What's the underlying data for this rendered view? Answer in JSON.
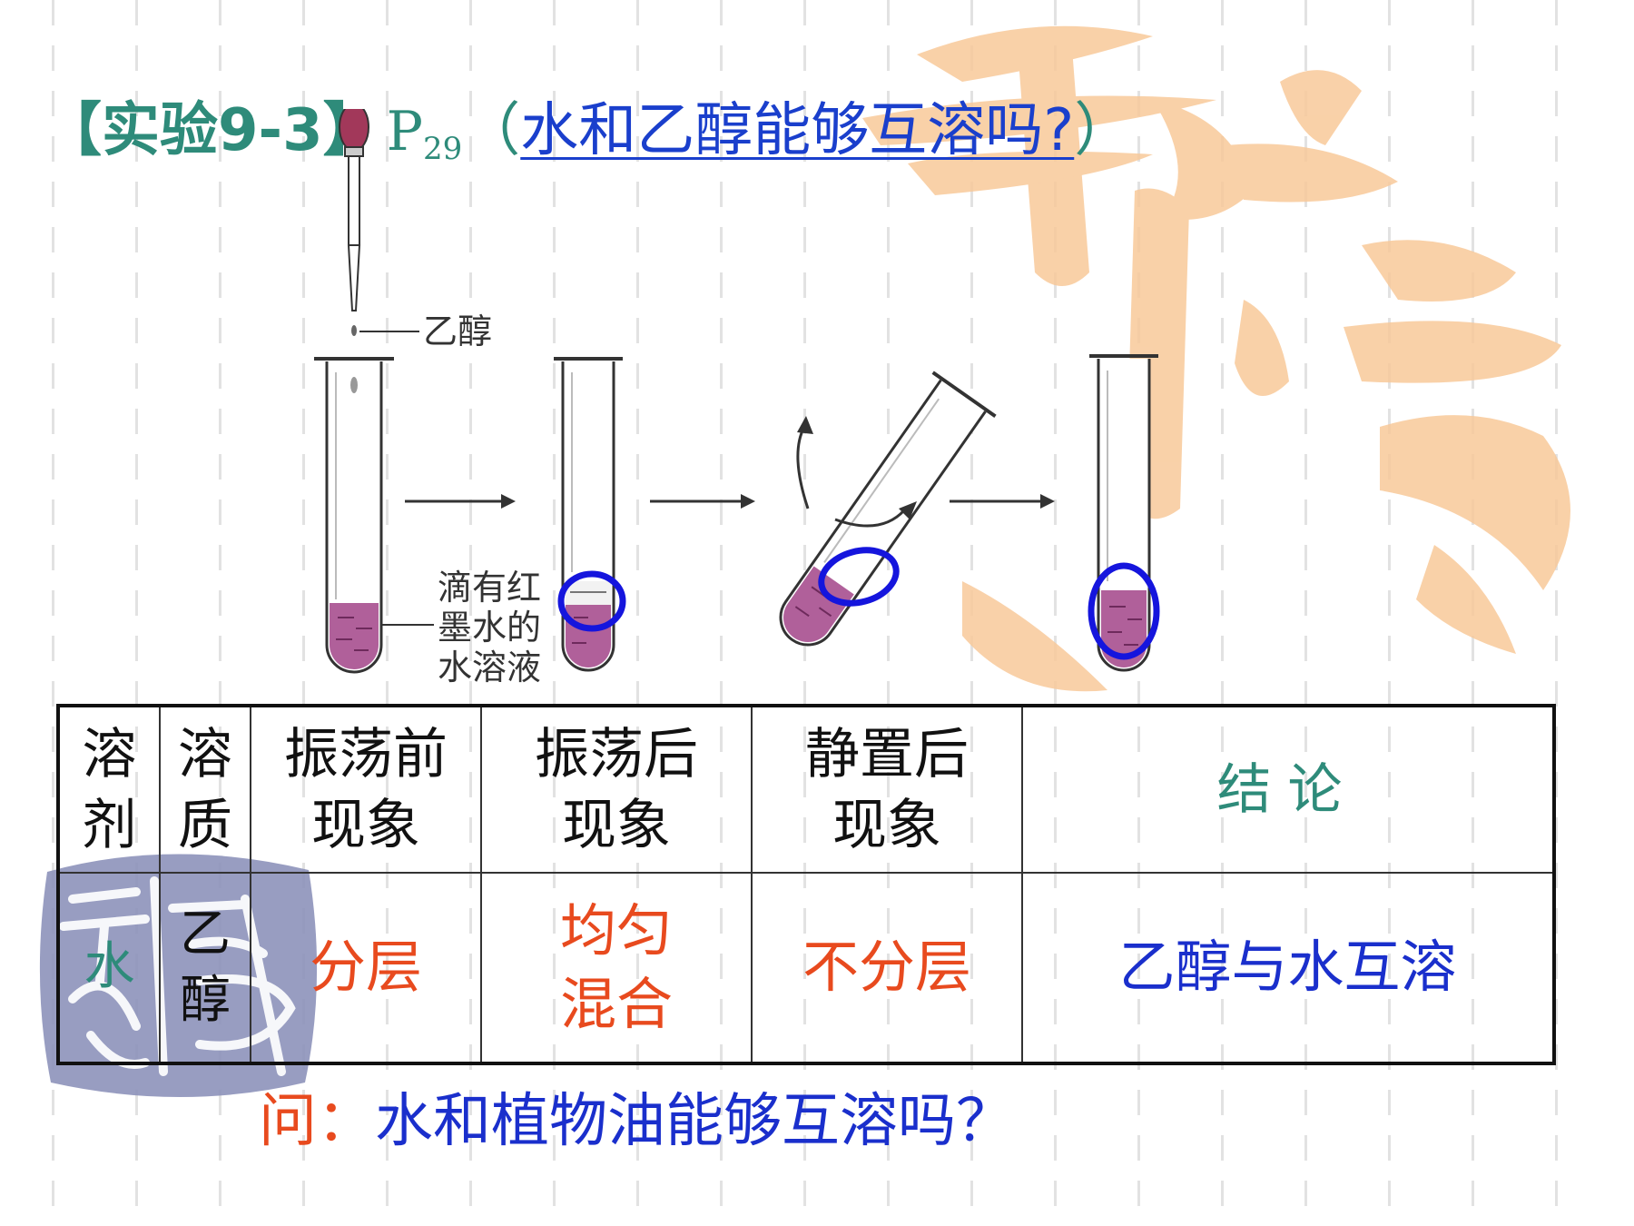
{
  "colors": {
    "title_teal": "#2e8b7a",
    "link_blue": "#1a3fcc",
    "answer_red": "#e84a1e",
    "conclusion_blue": "#1a2fcc",
    "solution_purple": "#b0609a",
    "circle_blue": "#1515dd",
    "deco_orange": "#f8c99a",
    "deco_seal": "#8a8fb8"
  },
  "title": {
    "label": "【实验9-3】",
    "page_ref": "P",
    "page_num": "29",
    "paren_open": "（",
    "question": "水和乙醇能够互溶吗?",
    "paren_close": "）"
  },
  "figure": {
    "dropper_label": "乙醇",
    "solution_label_lines": [
      "滴有红",
      "墨水的",
      "水溶液"
    ]
  },
  "table": {
    "headers": {
      "solvent": [
        "溶",
        "剂"
      ],
      "solute": [
        "溶",
        "质"
      ],
      "before": [
        "振荡前",
        "现象"
      ],
      "after_shake": [
        "振荡后",
        "现象"
      ],
      "after_rest": [
        "静置后",
        "现象"
      ],
      "conclusion": "结论"
    },
    "row": {
      "solvent": "水",
      "solute": [
        "乙",
        "醇"
      ],
      "before": "分层",
      "after_shake": [
        "均匀",
        "混合"
      ],
      "after_rest": "不分层",
      "conclusion": "乙醇与水互溶"
    }
  },
  "followup": {
    "ask": "问：",
    "question": "水和植物油能够互溶吗？"
  },
  "decoration": {
    "orange_seal_icon": "orange-calligraphy-icon",
    "blue_seal_icon": "blue-seal-stamp-icon"
  }
}
